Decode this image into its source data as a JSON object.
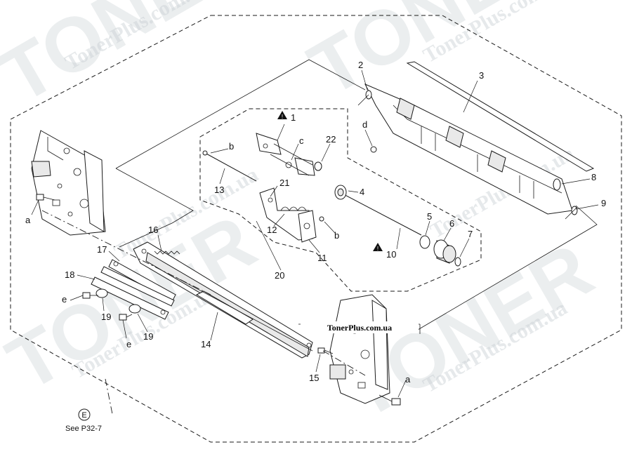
{
  "watermark": {
    "big_text": "TONER",
    "site_text": "TonerPlus.com.ua"
  },
  "brand_label": "TonerPlus.com.ua",
  "reference": {
    "circle_letter": "E",
    "see_text": "See P32-7"
  },
  "warning_symbol": "!",
  "callouts": [
    {
      "id": "c1",
      "text": "1"
    },
    {
      "id": "c2",
      "text": "2"
    },
    {
      "id": "c3",
      "text": "3"
    },
    {
      "id": "c4",
      "text": "4"
    },
    {
      "id": "c5",
      "text": "5"
    },
    {
      "id": "c6",
      "text": "6"
    },
    {
      "id": "c7",
      "text": "7"
    },
    {
      "id": "c8",
      "text": "8"
    },
    {
      "id": "c9",
      "text": "9"
    },
    {
      "id": "c10",
      "text": "10"
    },
    {
      "id": "c11",
      "text": "11"
    },
    {
      "id": "c12",
      "text": "12"
    },
    {
      "id": "c13",
      "text": "13"
    },
    {
      "id": "c14",
      "text": "14"
    },
    {
      "id": "c15",
      "text": "15"
    },
    {
      "id": "c16",
      "text": "16"
    },
    {
      "id": "c17",
      "text": "17"
    },
    {
      "id": "c18",
      "text": "18"
    },
    {
      "id": "c19a",
      "text": "19"
    },
    {
      "id": "c19b",
      "text": "19"
    },
    {
      "id": "c20",
      "text": "20"
    },
    {
      "id": "c21",
      "text": "21"
    },
    {
      "id": "c22",
      "text": "22"
    },
    {
      "id": "ca1",
      "text": "a"
    },
    {
      "id": "ca2",
      "text": "a"
    },
    {
      "id": "cb1",
      "text": "b"
    },
    {
      "id": "cb2",
      "text": "b"
    },
    {
      "id": "cc",
      "text": "c"
    },
    {
      "id": "cd",
      "text": "d"
    },
    {
      "id": "ce1",
      "text": "e"
    },
    {
      "id": "ce2",
      "text": "e"
    }
  ]
}
